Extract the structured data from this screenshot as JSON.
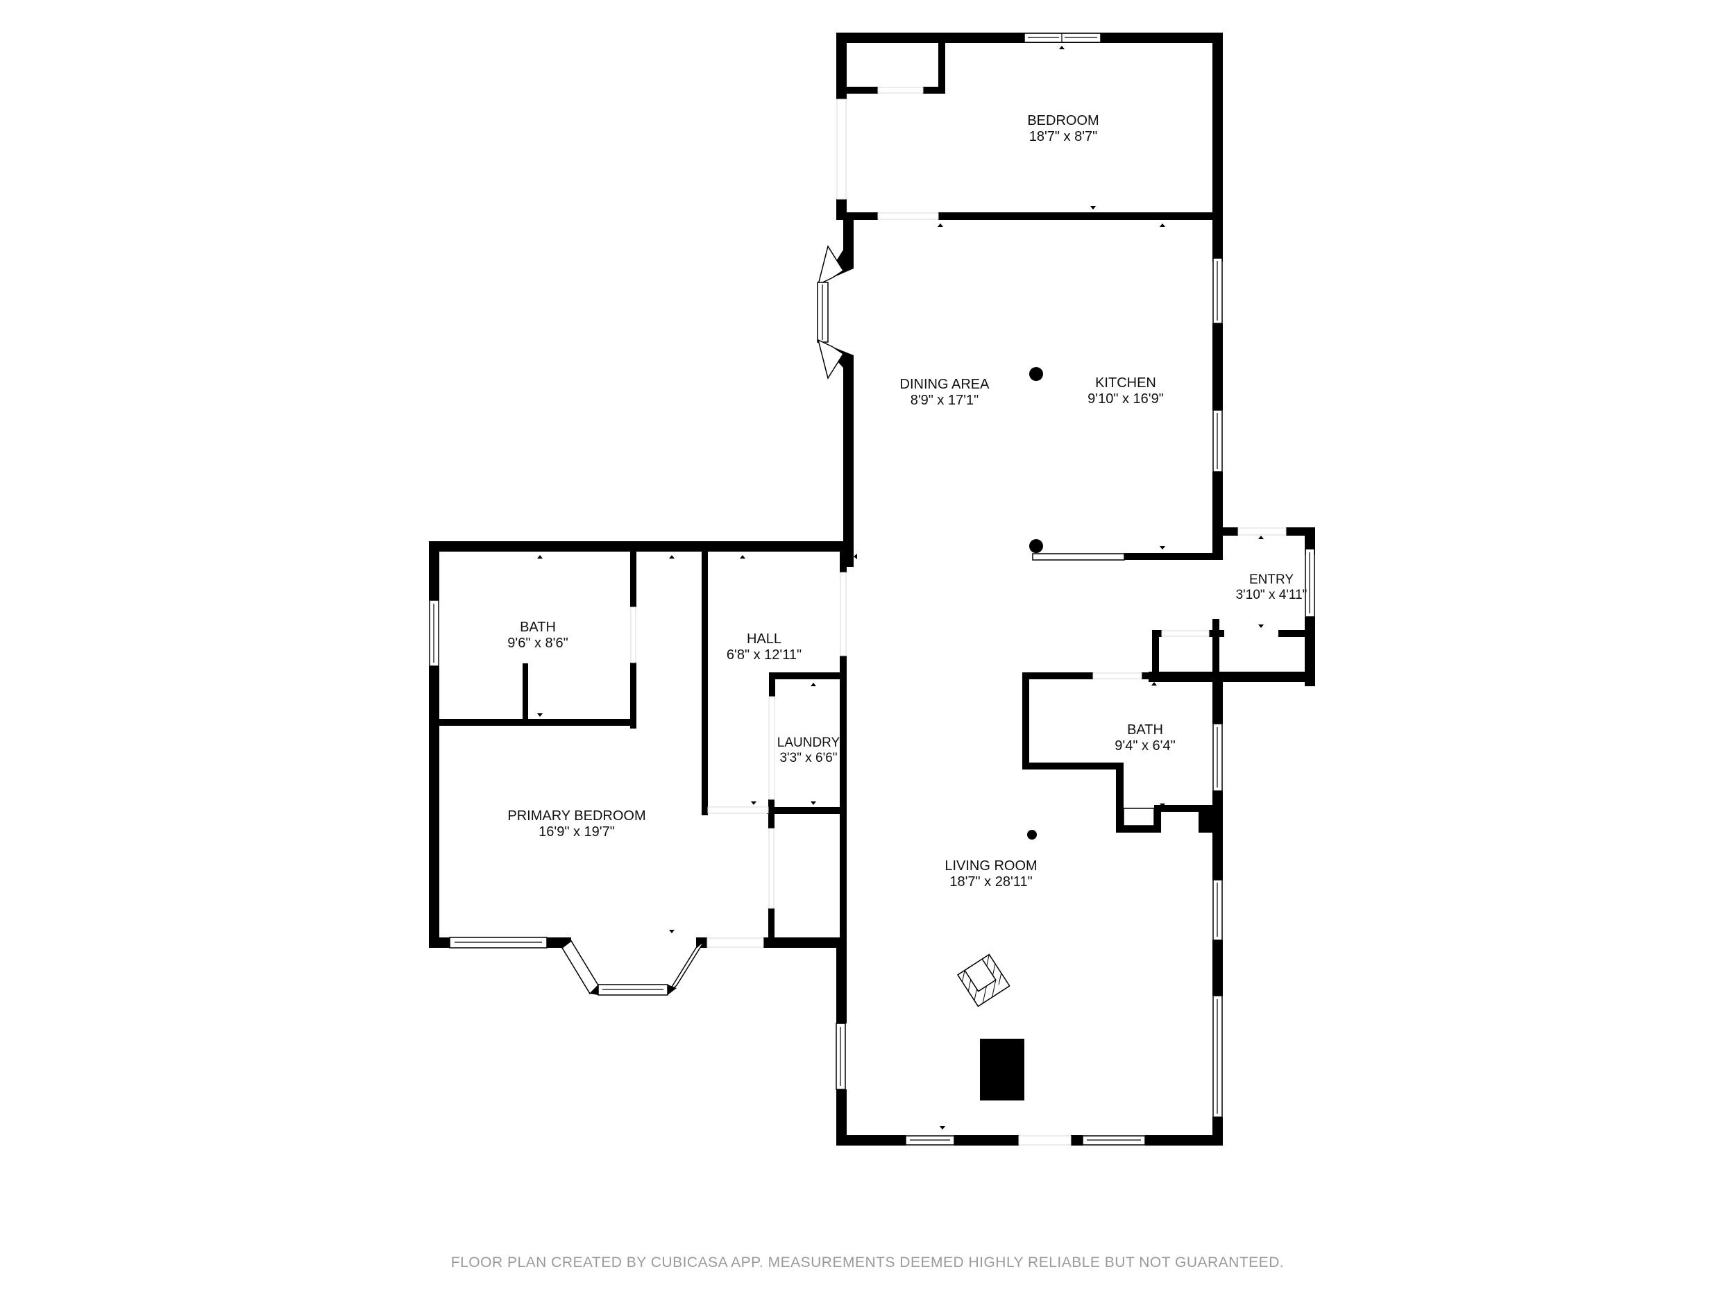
{
  "plan": {
    "type": "floor-plan",
    "wall_color": "#000000",
    "background_color": "#ffffff",
    "footer_color": "#9a9a9a"
  },
  "rooms": {
    "bedroom": {
      "name": "BEDROOM",
      "dims": "18'7\" x 8'7\""
    },
    "dining_area": {
      "name": "DINING AREA",
      "dims": "8'9\" x 17'1\""
    },
    "kitchen": {
      "name": "KITCHEN",
      "dims": "9'10\" x 16'9\""
    },
    "entry": {
      "name": "ENTRY",
      "dims": "3'10\" x 4'11\""
    },
    "bath_left": {
      "name": "BATH",
      "dims": "9'6\" x 8'6\""
    },
    "hall": {
      "name": "HALL",
      "dims": "6'8\" x 12'11\""
    },
    "laundry": {
      "name": "LAUNDRY",
      "dims": "3'3\" x 6'6\""
    },
    "bath_right": {
      "name": "BATH",
      "dims": "9'4\" x 6'4\""
    },
    "primary_bedroom": {
      "name": "PRIMARY BEDROOM",
      "dims": "16'9\" x 19'7\""
    },
    "living_room": {
      "name": "LIVING ROOM",
      "dims": "18'7\" x 28'11\""
    }
  },
  "footer": {
    "disclaimer": "FLOOR PLAN CREATED BY CUBICASA APP. MEASUREMENTS DEEMED HIGHLY RELIABLE BUT NOT GUARANTEED."
  }
}
